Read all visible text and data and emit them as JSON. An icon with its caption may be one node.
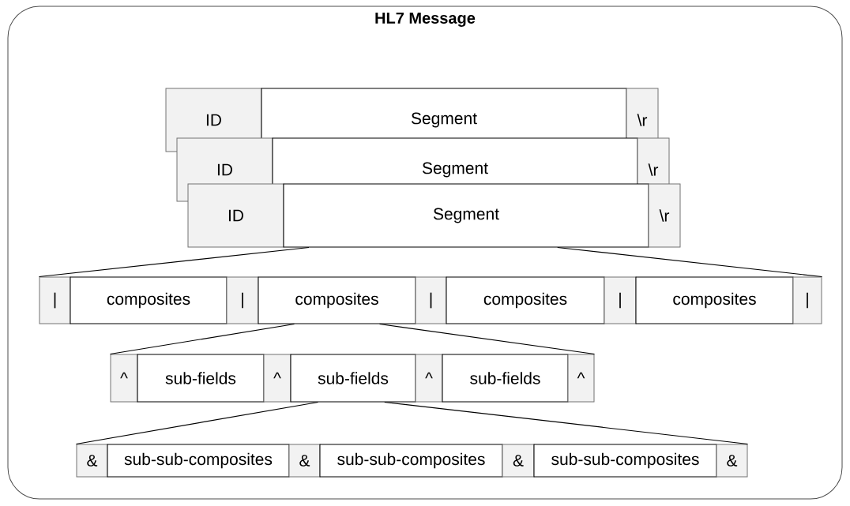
{
  "diagram": {
    "nodes": [
      {
        "text": [
          "HL7 Message"
        ]
      },
      {
        "text": [
          "ID"
        ],
        "in": 0
      },
      {
        "text": [
          "Segment"
        ],
        "in": 0
      },
      {
        "text": [
          "\\r"
        ],
        "in": 0
      },
      {
        "text": [
          "ID"
        ],
        "in": 0
      },
      {
        "text": [
          "Segment"
        ],
        "in": 0
      },
      {
        "text": [
          "\\r"
        ],
        "in": 0
      },
      {
        "text": [
          "ID"
        ],
        "in": 0
      },
      {
        "text": [
          "Segment"
        ],
        "in": 0
      },
      {
        "text": [
          "\\r"
        ],
        "in": 0
      },
      {
        "text": [
          "|"
        ],
        "in": 0
      },
      {
        "text": [
          "composites"
        ],
        "in": 0
      },
      {
        "text": [
          "|"
        ],
        "in": 0
      },
      {
        "text": [
          "composites"
        ],
        "in": 0
      },
      {
        "text": [
          "|"
        ],
        "in": 0
      },
      {
        "text": [
          "composites"
        ],
        "in": 0
      },
      {
        "text": [
          "|"
        ],
        "in": 0
      },
      {
        "text": [
          "composites"
        ],
        "in": 0
      },
      {
        "text": [
          "|"
        ],
        "in": 0
      },
      {
        "text": [
          "^"
        ],
        "in": 0
      },
      {
        "text": [
          "sub-fields"
        ],
        "in": 0
      },
      {
        "text": [
          "^"
        ],
        "in": 0
      },
      {
        "text": [
          "sub-fields"
        ],
        "in": 0
      },
      {
        "text": [
          "^"
        ],
        "in": 0
      },
      {
        "text": [
          "sub-fields"
        ],
        "in": 0
      },
      {
        "text": [
          "^"
        ],
        "in": 0
      },
      {
        "text": [
          "&"
        ],
        "in": 0
      },
      {
        "text": [
          "sub-sub-composites"
        ],
        "in": 0
      },
      {
        "text": [
          "&"
        ],
        "in": 0
      },
      {
        "text": [
          "sub-sub-composites"
        ],
        "in": 0
      },
      {
        "text": [
          "&"
        ],
        "in": 0
      },
      {
        "text": [
          "sub-sub-composites"
        ],
        "in": 0
      },
      {
        "text": [
          "&"
        ],
        "in": 0
      }
    ],
    "edges": [
      {
        "from": 8,
        "to": 10,
        "arrow": "none"
      },
      {
        "from": 8,
        "to": 18,
        "arrow": "none"
      },
      {
        "from": 13,
        "to": 19,
        "arrow": "none"
      },
      {
        "from": 13,
        "to": 25,
        "arrow": "none"
      },
      {
        "from": 22,
        "to": 26,
        "arrow": "none"
      },
      {
        "from": 22,
        "to": 32,
        "arrow": "none"
      }
    ]
  }
}
